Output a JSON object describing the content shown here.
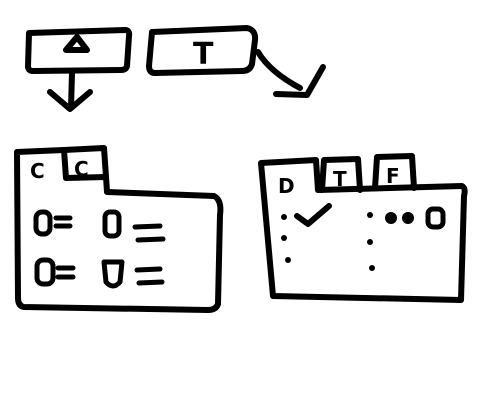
{
  "colors": {
    "ink": "#000000",
    "paper": "#ffffff"
  },
  "top_tabs": [
    {
      "label": "A",
      "glyph": "triangle-icon"
    },
    {
      "label": "T"
    }
  ],
  "left_panel": {
    "tabs": [
      {
        "label": "C"
      },
      {
        "label": "C"
      }
    ]
  },
  "right_panel": {
    "tabs": [
      {
        "label": "D"
      },
      {
        "label": "T"
      },
      {
        "label": "F"
      }
    ],
    "check_glyph": "check-icon"
  }
}
